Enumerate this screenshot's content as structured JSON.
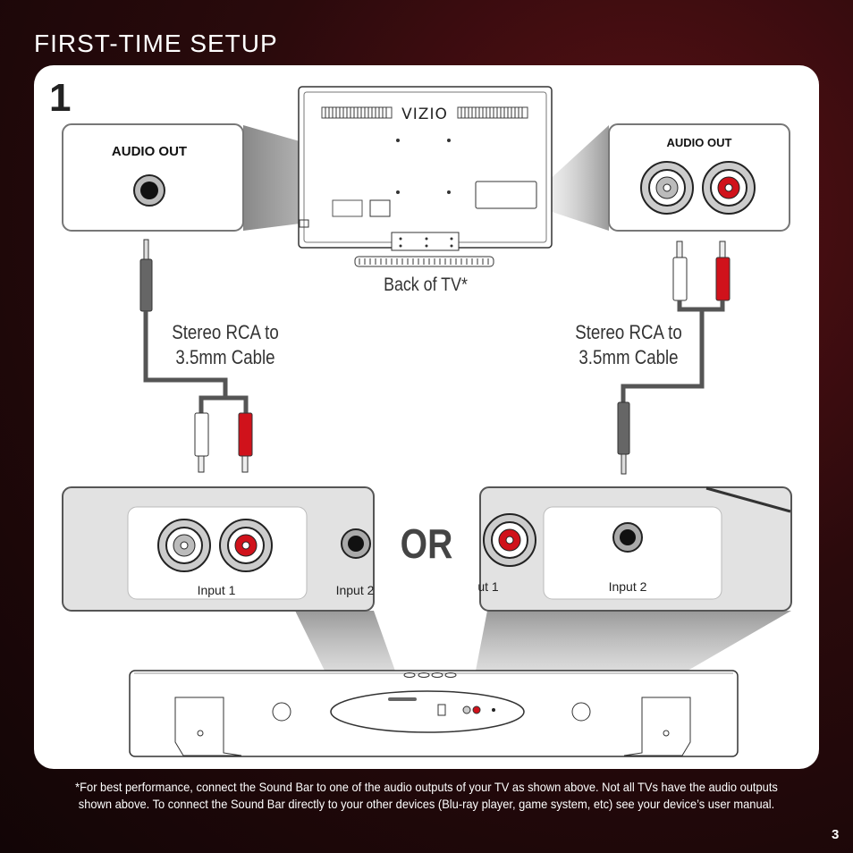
{
  "header": {
    "title": "FIRST-TIME SETUP",
    "step": "1"
  },
  "tv": {
    "brand": "VIZIO",
    "caption": "Back of TV*"
  },
  "tv_audio_left": {
    "label": "AUDIO OUT"
  },
  "tv_audio_right": {
    "label": "AUDIO OUT"
  },
  "cables": {
    "left": [
      "Stereo RCA to",
      "3.5mm Cable"
    ],
    "right": [
      "Stereo RCA to",
      "3.5mm Cable"
    ]
  },
  "soundbar_left": {
    "input1": "Input 1",
    "input2": "Input 2"
  },
  "or_label": "OR",
  "soundbar_right": {
    "input1": "ut 1",
    "input2": "Input 2"
  },
  "footnote": "*For best performance, connect the Sound Bar to one of the audio outputs of your TV as shown above. Not all TVs have the audio outputs shown above. To connect the Sound Bar directly to your other devices (Blu-ray player, game system, etc) see your device’s user manual.",
  "page_number": "3",
  "colors": {
    "red_jack": "#d0121b",
    "cable": "#555555",
    "box": "#e2e2e2"
  }
}
